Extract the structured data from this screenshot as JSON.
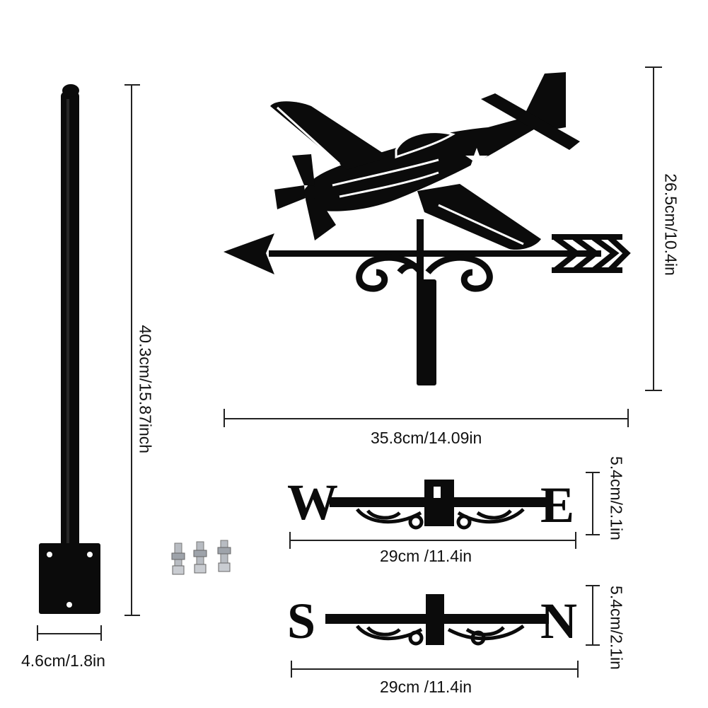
{
  "dimensions": {
    "pole_height": "40.3cm/15.87inch",
    "base_width": "4.6cm/1.8in",
    "vane_height": "26.5cm/10.4in",
    "vane_width": "35.8cm/14.09in",
    "we_height": "5.4cm/2.1in",
    "we_width": "29cm /11.4in",
    "sn_height": "5.4cm/2.1in",
    "sn_width": "29cm /11.4in"
  },
  "letters": {
    "west": "W",
    "east": "E",
    "south": "S",
    "north": "N"
  },
  "colors": {
    "metal": "#0b0b0b",
    "dimension_line": "#222222",
    "bolt": "#b8bcc2"
  }
}
